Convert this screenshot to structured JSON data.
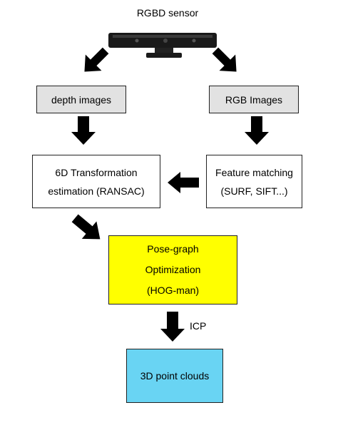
{
  "sensor": {
    "label": "RGBD sensor"
  },
  "nodes": {
    "depth": {
      "label": "depth images"
    },
    "rgb": {
      "label": "RGB Images"
    },
    "transform": {
      "line1": "6D Transformation",
      "line2": "estimation (RANSAC)"
    },
    "feature": {
      "line1": "Feature matching",
      "line2": "(SURF, SIFT...)"
    },
    "posegraph": {
      "line1": "Pose-graph",
      "line2": "Optimization",
      "line3": "(HOG-man)"
    },
    "pointcloud": {
      "label": "3D point clouds"
    }
  },
  "edges": {
    "icp_label": "ICP"
  },
  "colors": {
    "gray_box": "#e2e2e2",
    "pose_graph": "#ffff00",
    "point_clouds": "#69d4f3",
    "arrow": "#000000"
  }
}
